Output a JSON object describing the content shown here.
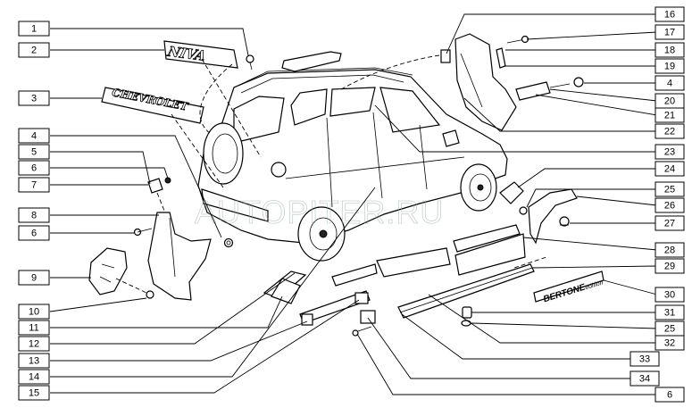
{
  "watermark": "AUTOPITER.RU",
  "badges": {
    "niva": "NIVA",
    "chevrolet": "CHEVROLET",
    "bertone": "BERTONE",
    "bertone_suffix": "edition"
  },
  "callouts_left": [
    "1",
    "2",
    "3",
    "4",
    "5",
    "6",
    "7",
    "8",
    "6",
    "9",
    "10",
    "11",
    "12",
    "13",
    "14",
    "15"
  ],
  "callouts_right": [
    "16",
    "17",
    "18",
    "19",
    "4",
    "20",
    "21",
    "22",
    "23",
    "24",
    "25",
    "26",
    "27",
    "28",
    "29",
    "30",
    "31",
    "25",
    "32",
    "33",
    "34",
    "6"
  ]
}
